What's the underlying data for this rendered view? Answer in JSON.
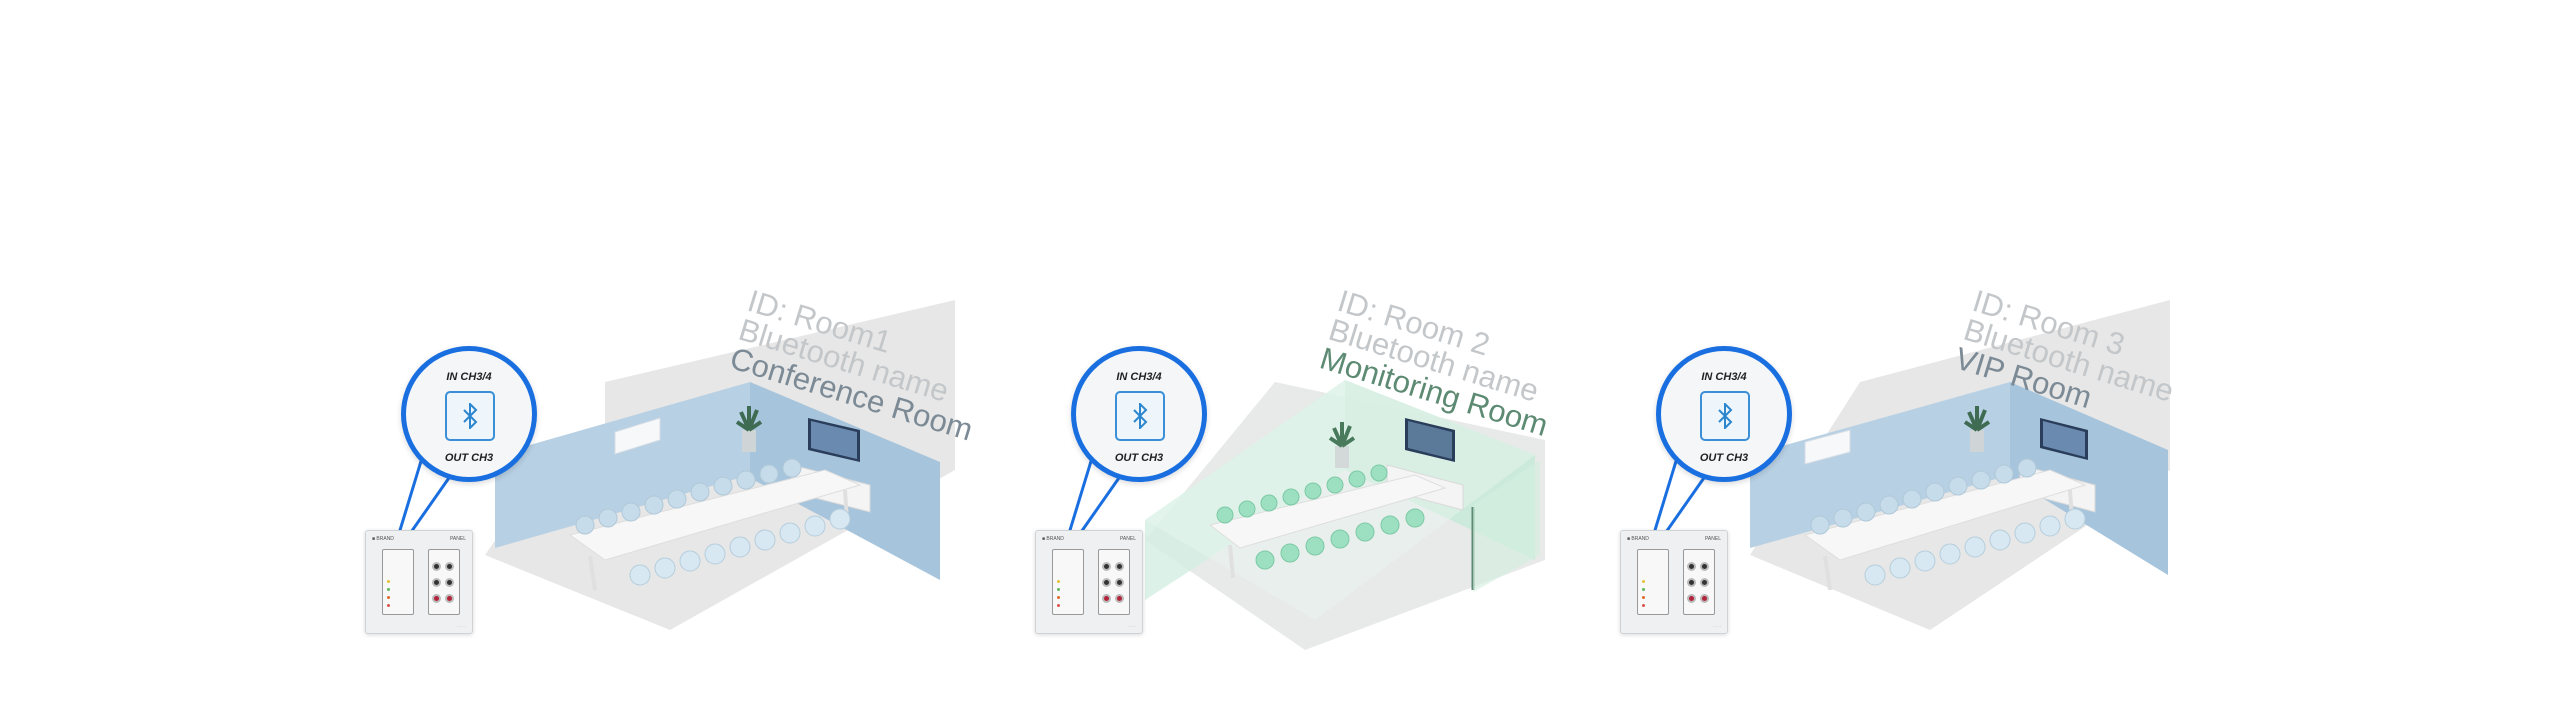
{
  "rooms": [
    {
      "id_text": "ID: Room1",
      "bt_text": "Bluetooth name",
      "name_text": "Conference Room",
      "in_label": "IN CH3/4",
      "out_label": "OUT CH3",
      "theme": "blue"
    },
    {
      "id_text": "ID: Room 2",
      "bt_text": "Bluetooth name",
      "name_text": "Monitoring Room",
      "in_label": "IN CH3/4",
      "out_label": "OUT CH3",
      "theme": "green"
    },
    {
      "id_text": "ID: Room 3",
      "bt_text": "Bluetooth name",
      "name_text": "VIP Room",
      "in_label": "IN CH3/4",
      "out_label": "OUT CH3",
      "theme": "blue"
    }
  ],
  "colors": {
    "callout_blue": "#1a6fe0",
    "wall_blue": "#b7cfe3",
    "wall_green": "#d6eee2",
    "floor": "#e9eaea",
    "chair_blue": "#bcd8ea",
    "chair_green": "#8fd9b8"
  },
  "icons": [
    "bluetooth-icon",
    "wall-panel-device",
    "tv-icon",
    "plant-icon"
  ]
}
